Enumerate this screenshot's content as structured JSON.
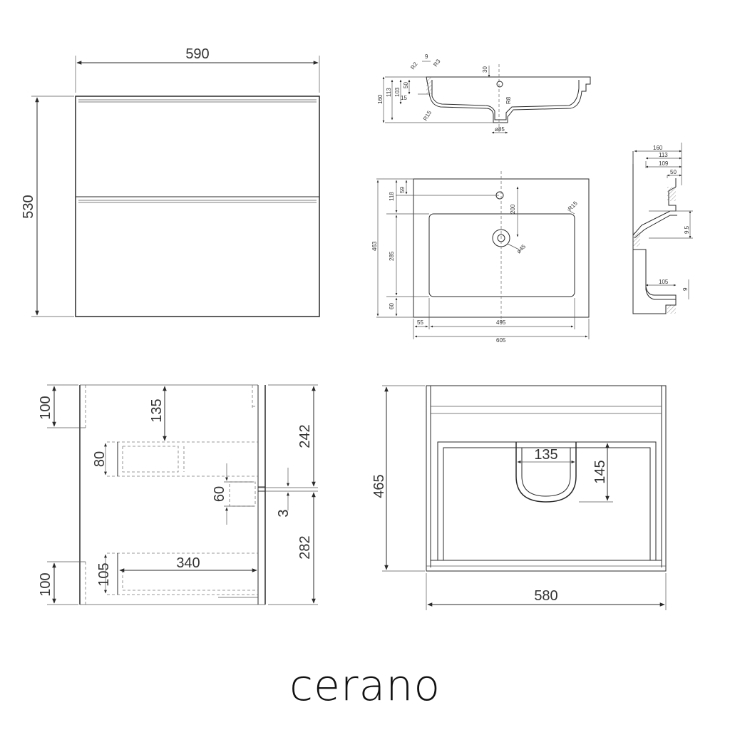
{
  "front_view": {
    "width": "590",
    "height": "530"
  },
  "basin_section": {
    "d9": "9",
    "r2": "R2",
    "r3": "R3",
    "d30": "30",
    "d160": "160",
    "d113": "113",
    "d103": "103",
    "d50": "50",
    "d15": "15",
    "r15": "R15",
    "r8": "R8",
    "d85": "ø85"
  },
  "basin_top": {
    "d118": "118",
    "d59": "59",
    "d200": "200",
    "r15": "R15",
    "d463": "463",
    "d285": "285",
    "d45": "ø45",
    "d60": "60",
    "d55": "55",
    "d495": "495",
    "d605": "605"
  },
  "basin_side": {
    "d160": "160",
    "d113": "113",
    "d109": "109",
    "d50": "50",
    "d95": "9.5",
    "d105": "105",
    "d9": "9"
  },
  "cabinet_section": {
    "d100_top": "100",
    "d135": "135",
    "d242": "242",
    "d80": "80",
    "d60": "60",
    "d3": "3",
    "d282": "282",
    "d105": "105",
    "d340": "340",
    "d100_bottom": "100"
  },
  "cabinet_top": {
    "d465": "465",
    "d135": "135",
    "d145": "145",
    "d580": "580"
  },
  "brand": {
    "name": "cerano"
  }
}
